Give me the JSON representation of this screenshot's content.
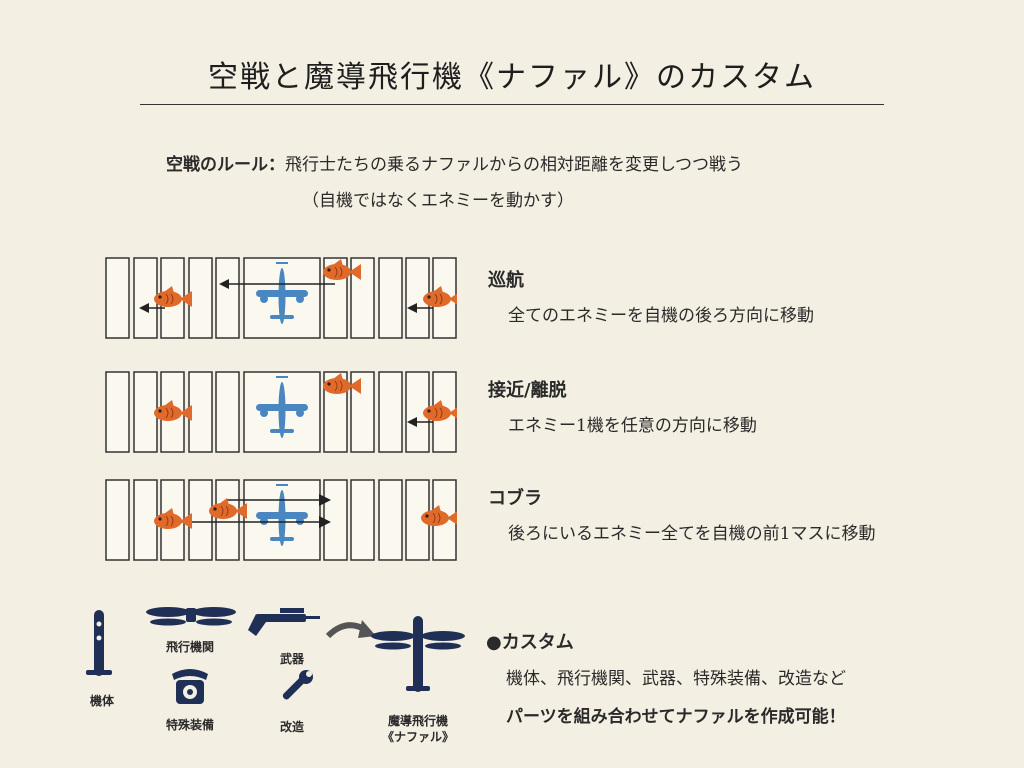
{
  "title": "空戦と魔導飛行機《ナファル》のカスタム",
  "rule": {
    "label": "空戦のルール：",
    "text": "飛行士たちの乗るナファルからの相対距離を変更しつつ戦う",
    "note": "（自機ではなくエネミーを動かす）"
  },
  "maneuvers": [
    {
      "title": "巡航",
      "desc": "全てのエネミーを自機の後ろ方向に移動"
    },
    {
      "title": "接近/離脱",
      "desc": "エネミー1機を任意の方向に移動"
    },
    {
      "title": "コブラ",
      "desc": "後ろにいるエネミー全てを自機の前1マスに移動"
    }
  ],
  "parts": {
    "body": "機体",
    "engine": "飛行機関",
    "weapon": "武器",
    "equipment": "特殊装備",
    "modify": "改造",
    "result_line1": "魔導飛行機",
    "result_line2": "《ナファル》"
  },
  "custom": {
    "title": "●カスタム",
    "line1": "機体、飛行機関、武器、特殊装備、改造など",
    "line2": "パーツを組み合わせてナファルを作成可能！"
  },
  "colors": {
    "background": "#f4efe3",
    "player_plane": "#4a86c0",
    "enemy_fish": "#e06a2a",
    "part_navy": "#1f2f55"
  }
}
